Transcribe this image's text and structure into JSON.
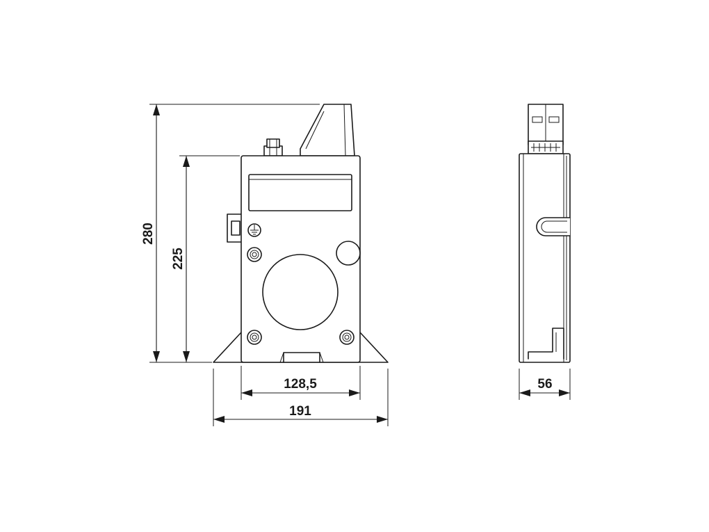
{
  "dimensions": {
    "overall_height": "280",
    "body_height": "225",
    "body_width": "128,5",
    "overall_width": "191",
    "depth": "56"
  },
  "icons": {
    "ground_symbol": "ground-icon"
  },
  "colors": {
    "line": "#1a1a1a",
    "background": "#ffffff"
  }
}
